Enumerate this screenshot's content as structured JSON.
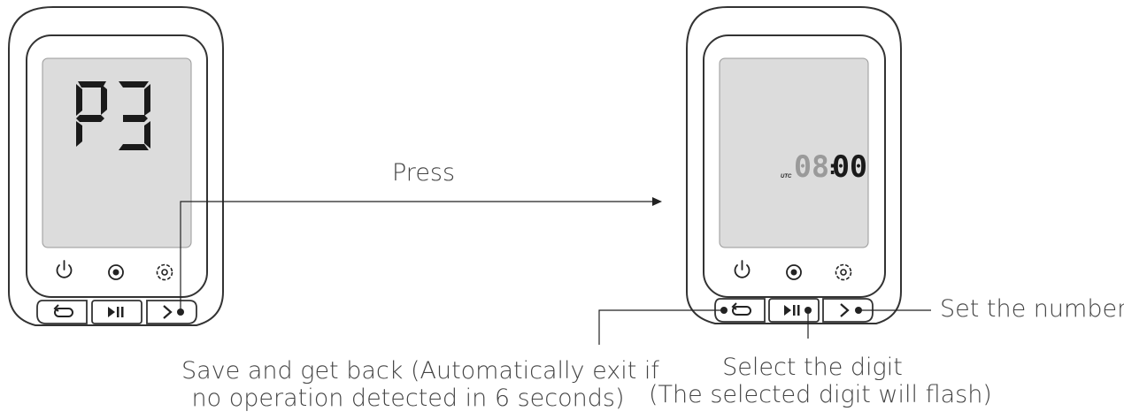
{
  "left_device": {
    "screen_text": "P3",
    "buttons": {
      "top": [
        "power-icon",
        "record-icon",
        "settings-icon"
      ],
      "bottom": [
        "back-loop-icon",
        "play-pause-icon",
        "next-chevron-icon"
      ]
    }
  },
  "right_device": {
    "utc_label": "UTC",
    "time_hours": "08",
    "time_minutes": "00",
    "colon": ":"
  },
  "labels": {
    "press": "Press",
    "set_number": "Set the number",
    "save_line1": "Save and get back (Automatically exit if",
    "save_line2": "no operation detected in 6 seconds)",
    "select_line1": "Select the digit",
    "select_line2": "(The selected digit will flash)"
  },
  "colors": {
    "outline": "#333333",
    "screen": "#dcdcdc",
    "lcd_dark": "#1a1a1a",
    "lcd_dim": "#9a9a9a"
  }
}
